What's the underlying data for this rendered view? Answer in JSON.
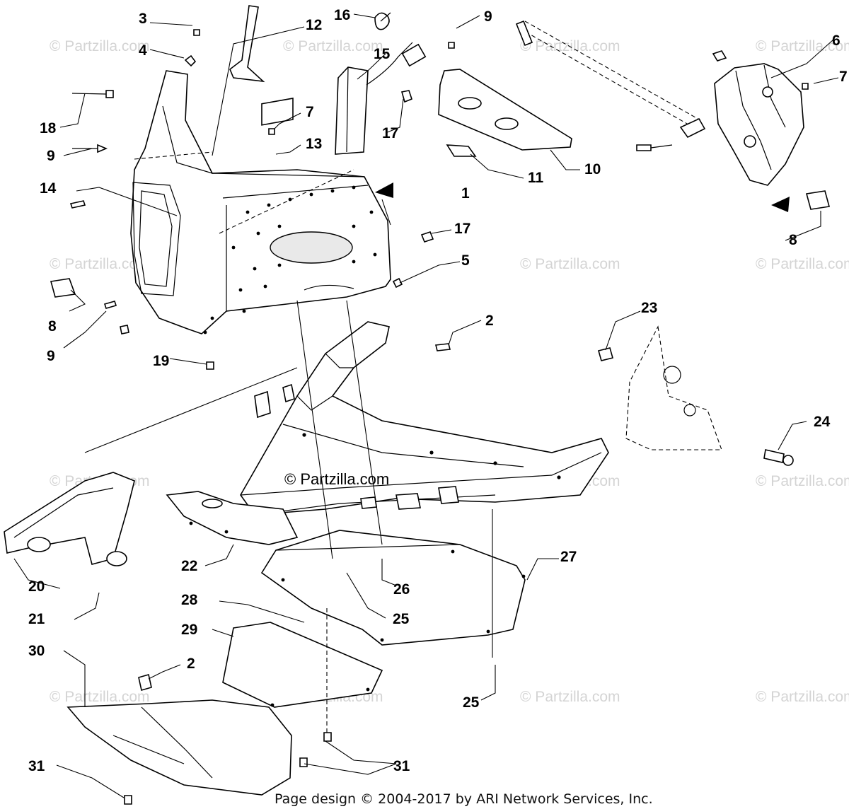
{
  "callouts": {
    "c1": "1",
    "c2a": "2",
    "c2b": "2",
    "c3": "3",
    "c4": "4",
    "c5": "5",
    "c6": "6",
    "c7a": "7",
    "c7b": "7",
    "c8a": "8",
    "c8b": "8",
    "c9a": "9",
    "c9b": "9",
    "c9c": "9",
    "c10": "10",
    "c11": "11",
    "c12": "12",
    "c13": "13",
    "c14": "14",
    "c15": "15",
    "c16": "16",
    "c17a": "17",
    "c17b": "17",
    "c18": "18",
    "c19": "19",
    "c20": "20",
    "c21": "21",
    "c22": "22",
    "c23": "23",
    "c24": "24",
    "c25a": "25",
    "c25b": "25",
    "c26": "26",
    "c27": "27",
    "c28": "28",
    "c29": "29",
    "c30": "30",
    "c31a": "31",
    "c31b": "31"
  },
  "watermark": "© Partzilla.com",
  "center_watermark": "© Partzilla.com",
  "footer": "Page design © 2004-2017 by ARI Network Services, Inc.",
  "colors": {
    "line": "#000000",
    "watermark": "#d4d4d4",
    "background": "#ffffff"
  }
}
